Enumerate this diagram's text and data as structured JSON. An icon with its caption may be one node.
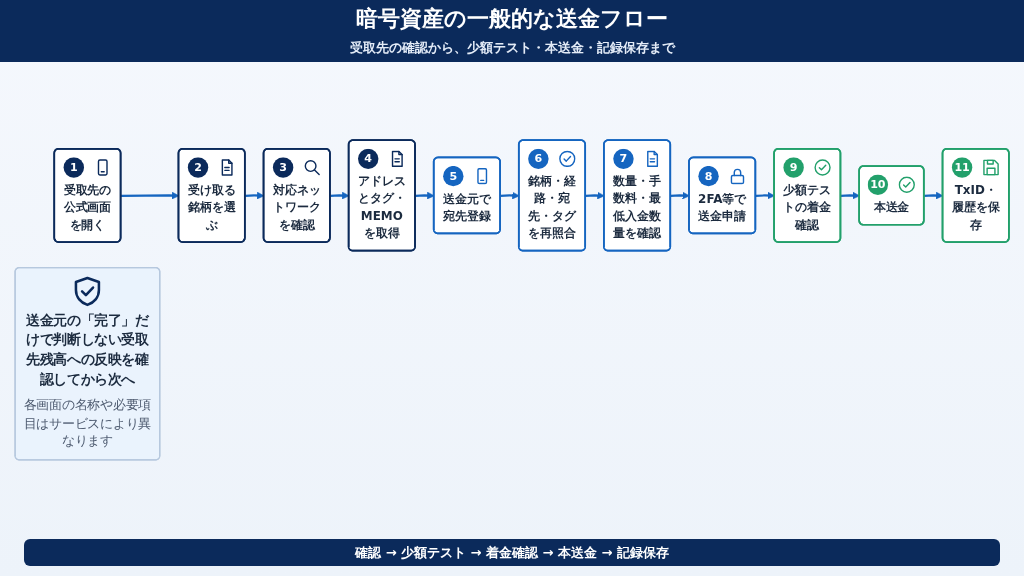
{
  "diagram": {
    "title": "暗号資産の一般的な送金フロー",
    "caption": "確認 → 少額テスト → 着金確認 → 本送金 → 記録保存",
    "nodes": [
      {
        "text": [
          "1",
          "受取先の公式画面を開く"
        ]
      },
      {
        "text": [
          "2",
          "受け取る銘柄を選ぶ"
        ]
      },
      {
        "text": [
          "3",
          "対応ネットワークを確認"
        ]
      },
      {
        "text": [
          "4",
          "アドレスとタグ・MEMOを取得"
        ]
      },
      {
        "text": [
          "5",
          "送金元で宛先登録"
        ]
      },
      {
        "text": [
          "6",
          "銘柄・経路・宛先・タグを再照合"
        ]
      },
      {
        "text": [
          "7",
          "数量・手数料・最低入金数量を確認"
        ]
      },
      {
        "text": [
          "8",
          "2FA等で送金申請"
        ]
      },
      {
        "text": [
          "9",
          "少額テストの着金確認"
        ]
      },
      {
        "text": [
          "10",
          "本送金"
        ]
      },
      {
        "text": [
          "11",
          "TxID・履歴を保存"
        ]
      },
      {
        "text": [
          "送金元の「完了」だけで判断しない受取先残高への反映を確認してから次へ",
          "各画面の名称や必要項目はサービスにより異なります"
        ]
      }
    ],
    "edges": [
      {
        "from": 0,
        "to": 1,
        "arrow": "to"
      },
      {
        "from": 1,
        "to": 2,
        "arrow": "to"
      },
      {
        "from": 2,
        "to": 3,
        "arrow": "to"
      },
      {
        "from": 3,
        "to": 4,
        "arrow": "to"
      },
      {
        "from": 4,
        "to": 5,
        "arrow": "to"
      },
      {
        "from": 5,
        "to": 6,
        "arrow": "to"
      },
      {
        "from": 6,
        "to": 7,
        "arrow": "to"
      },
      {
        "from": 7,
        "to": 8,
        "arrow": "to"
      },
      {
        "from": 8,
        "to": 9,
        "arrow": "to"
      },
      {
        "from": 9,
        "to": 10,
        "arrow": "to"
      }
    ],
    "labels": [
      "受取先の確認から、少額テスト・本送金・記録保存まで"
    ]
  }
}
